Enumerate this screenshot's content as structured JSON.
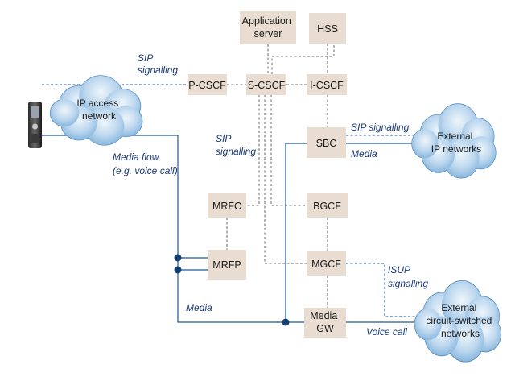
{
  "nodes": {
    "app_server": [
      "Application",
      "server"
    ],
    "hss": [
      "HSS"
    ],
    "p_cscf": [
      "P-CSCF"
    ],
    "s_cscf": [
      "S-CSCF"
    ],
    "i_cscf": [
      "I-CSCF"
    ],
    "sbc": [
      "SBC"
    ],
    "mrfc": [
      "MRFC"
    ],
    "bgcf": [
      "BGCF"
    ],
    "mrfp": [
      "MRFP"
    ],
    "mgcf": [
      "MGCF"
    ],
    "media_gw": [
      "Media",
      "GW"
    ]
  },
  "clouds": {
    "ip_access": [
      "IP access",
      "network"
    ],
    "external_ip": [
      "External",
      "IP networks"
    ],
    "external_cs": [
      "External",
      "circuit-switched",
      "networks"
    ]
  },
  "labels": {
    "sip_signalling_top": [
      "SIP",
      "signalling"
    ],
    "sip_signalling_mid": [
      "SIP",
      "signalling"
    ],
    "sip_signalling_right": [
      "SIP signalling"
    ],
    "media_right": [
      "Media"
    ],
    "media_flow": [
      "Media flow",
      "(e.g. voice call)"
    ],
    "isup_signalling": [
      "ISUP",
      "signalling"
    ],
    "media_bottom": [
      "Media"
    ],
    "voice_call": [
      "Voice call"
    ]
  },
  "colors": {
    "node_fill": "#e8ddd0",
    "cloud_fill_light": "#eef6fc",
    "cloud_fill_dark": "#7fb1db",
    "signalling_line": "#1e5a96",
    "control_line": "#6a6a6a",
    "label_text": "#1b3a78"
  },
  "icons": {
    "handset": "mobile-phone-icon"
  }
}
